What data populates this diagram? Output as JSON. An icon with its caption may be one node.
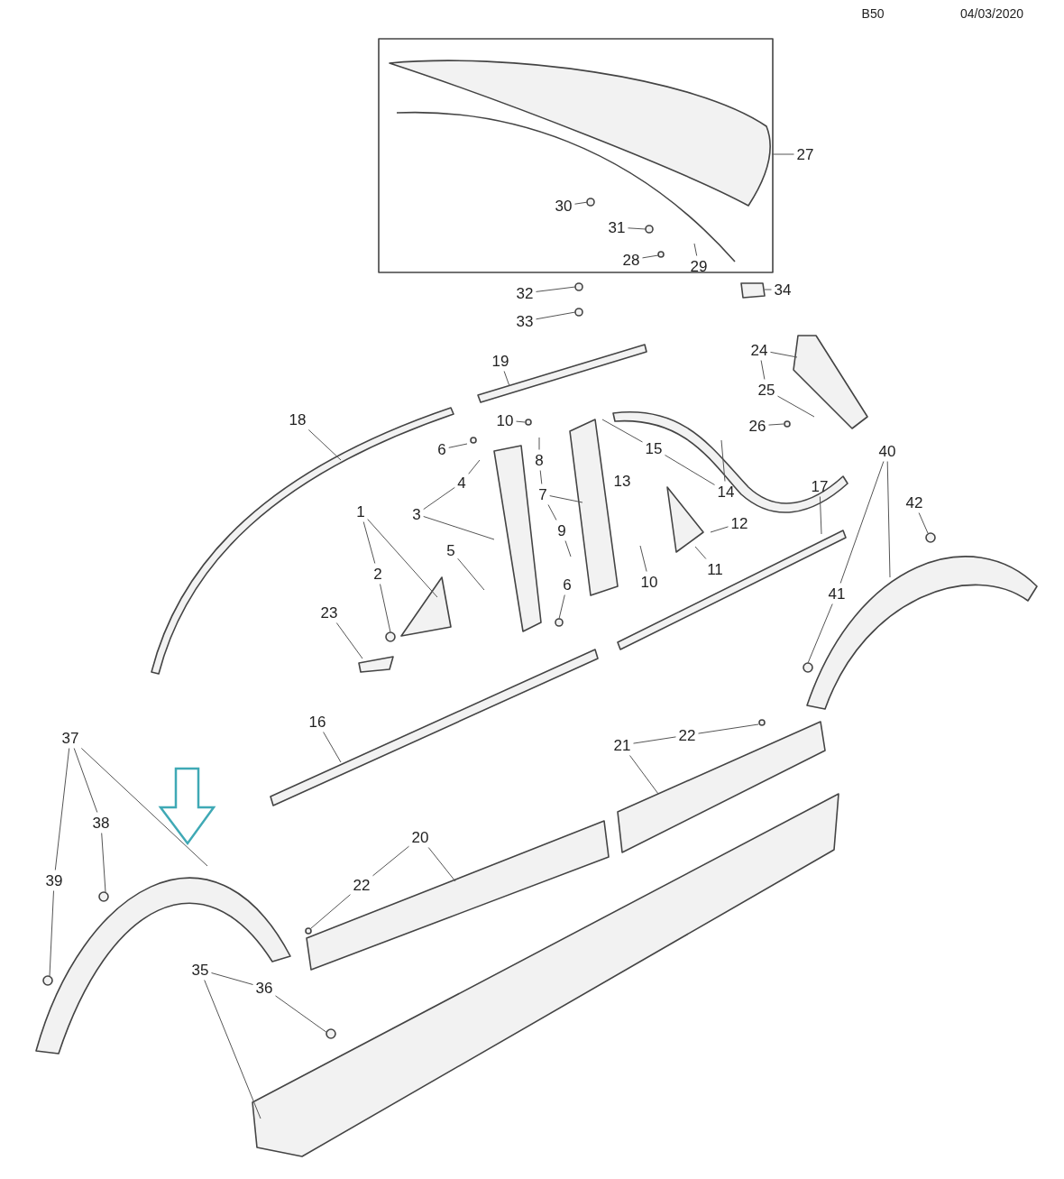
{
  "diagram": {
    "nodes": [
      {
        "text": [
          "27"
        ]
      },
      {
        "text": [
          "30"
        ]
      },
      {
        "text": [
          "31"
        ]
      },
      {
        "text": [
          "28"
        ]
      },
      {
        "text": [
          "29"
        ]
      },
      {
        "text": [
          "32"
        ]
      },
      {
        "text": [
          "34"
        ]
      },
      {
        "text": [
          "33"
        ]
      },
      {
        "text": [
          "19"
        ]
      },
      {
        "text": [
          "24"
        ]
      },
      {
        "text": [
          "25"
        ]
      },
      {
        "text": [
          "18"
        ]
      },
      {
        "text": [
          "10"
        ]
      },
      {
        "text": [
          "26"
        ]
      },
      {
        "text": [
          "8"
        ]
      },
      {
        "text": [
          "15"
        ]
      },
      {
        "text": [
          "6"
        ]
      },
      {
        "text": [
          "4"
        ]
      },
      {
        "text": [
          "7"
        ]
      },
      {
        "text": [
          "14"
        ]
      },
      {
        "text": [
          "1"
        ]
      },
      {
        "text": [
          "3"
        ]
      },
      {
        "text": [
          "12"
        ]
      },
      {
        "text": [
          "17"
        ]
      },
      {
        "text": [
          "40"
        ]
      },
      {
        "text": [
          "42"
        ]
      },
      {
        "text": [
          "9"
        ]
      },
      {
        "text": [
          "5"
        ]
      },
      {
        "text": [
          "11"
        ]
      },
      {
        "text": [
          "2"
        ]
      },
      {
        "text": [
          "10"
        ]
      },
      {
        "text": [
          "6"
        ]
      },
      {
        "text": [
          "23"
        ]
      },
      {
        "text": [
          "41"
        ]
      },
      {
        "text": [
          "16"
        ]
      },
      {
        "text": [
          "21"
        ]
      },
      {
        "text": [
          "22"
        ]
      },
      {
        "text": [
          "37"
        ]
      },
      {
        "text": [
          "38"
        ]
      },
      {
        "text": [
          "20"
        ]
      },
      {
        "text": [
          "22"
        ]
      },
      {
        "text": [
          "39"
        ]
      },
      {
        "text": [
          "35"
        ]
      },
      {
        "text": [
          "36"
        ]
      }
    ],
    "edges": [
      {
        "from": 0,
        "to": null,
        "arrow": "none"
      },
      {
        "from": 1,
        "to": null,
        "arrow": "none"
      },
      {
        "from": 2,
        "to": null,
        "arrow": "none"
      },
      {
        "from": 3,
        "to": null,
        "arrow": "none"
      },
      {
        "from": 4,
        "to": null,
        "arrow": "none"
      },
      {
        "from": 5,
        "to": null,
        "arrow": "none"
      },
      {
        "from": 6,
        "to": null,
        "arrow": "none"
      },
      {
        "from": 7,
        "to": null,
        "arrow": "none"
      },
      {
        "from": 8,
        "to": null,
        "arrow": "none"
      },
      {
        "from": 9,
        "to": null,
        "arrow": "none"
      },
      {
        "from": 10,
        "to": null,
        "arrow": "none"
      },
      {
        "from": 11,
        "to": null,
        "arrow": "none"
      },
      {
        "from": 12,
        "to": null,
        "arrow": "none"
      },
      {
        "from": 13,
        "to": null,
        "arrow": "none"
      },
      {
        "from": 14,
        "to": null,
        "arrow": "none"
      },
      {
        "from": 15,
        "to": null,
        "arrow": "none"
      },
      {
        "from": 16,
        "to": null,
        "arrow": "none"
      },
      {
        "from": 17,
        "to": null,
        "arrow": "none"
      },
      {
        "from": 18,
        "to": null,
        "arrow": "none"
      },
      {
        "from": 19,
        "to": null,
        "arrow": "none"
      },
      {
        "from": 20,
        "to": null,
        "arrow": "none"
      },
      {
        "from": 21,
        "to": null,
        "arrow": "none"
      },
      {
        "from": 22,
        "to": null,
        "arrow": "none"
      },
      {
        "from": 23,
        "to": null,
        "arrow": "none"
      },
      {
        "from": 24,
        "to": null,
        "arrow": "none"
      },
      {
        "from": 25,
        "to": null,
        "arrow": "none"
      },
      {
        "from": 26,
        "to": null,
        "arrow": "none"
      },
      {
        "from": 27,
        "to": null,
        "arrow": "none"
      },
      {
        "from": 28,
        "to": null,
        "arrow": "none"
      },
      {
        "from": 29,
        "to": null,
        "arrow": "none"
      },
      {
        "from": 30,
        "to": null,
        "arrow": "none"
      },
      {
        "from": 31,
        "to": null,
        "arrow": "none"
      },
      {
        "from": 32,
        "to": null,
        "arrow": "none"
      },
      {
        "from": 33,
        "to": null,
        "arrow": "none"
      },
      {
        "from": 34,
        "to": null,
        "arrow": "none"
      },
      {
        "from": 35,
        "to": null,
        "arrow": "none"
      },
      {
        "from": 36,
        "to": null,
        "arrow": "none"
      },
      {
        "from": 37,
        "to": null,
        "arrow": "none"
      },
      {
        "from": 38,
        "to": null,
        "arrow": "none"
      },
      {
        "from": 39,
        "to": null,
        "arrow": "none"
      },
      {
        "from": 40,
        "to": null,
        "arrow": "none"
      },
      {
        "from": 41,
        "to": null,
        "arrow": "none"
      },
      {
        "from": 42,
        "to": null,
        "arrow": "none"
      },
      {
        "from": 43,
        "to": null,
        "arrow": "none"
      },
      {
        "from": 9,
        "to": 10,
        "arrow": "none"
      },
      {
        "from": 14,
        "to": 18,
        "arrow": "none"
      },
      {
        "from": 18,
        "to": 26,
        "arrow": "none"
      },
      {
        "from": 15,
        "to": 19,
        "arrow": "none"
      },
      {
        "from": 21,
        "to": 17,
        "arrow": "none"
      },
      {
        "from": 20,
        "to": 29,
        "arrow": "none"
      },
      {
        "from": 24,
        "to": 33,
        "arrow": "none"
      },
      {
        "from": 35,
        "to": 36,
        "arrow": "none"
      },
      {
        "from": 37,
        "to": 38,
        "arrow": "none"
      },
      {
        "from": 37,
        "to": 41,
        "arrow": "none"
      },
      {
        "from": 39,
        "to": 40,
        "arrow": "none"
      },
      {
        "from": 42,
        "to": 43,
        "arrow": "none"
      }
    ],
    "labels": [
      "B50",
      "04/03/2020",
      "13"
    ]
  }
}
